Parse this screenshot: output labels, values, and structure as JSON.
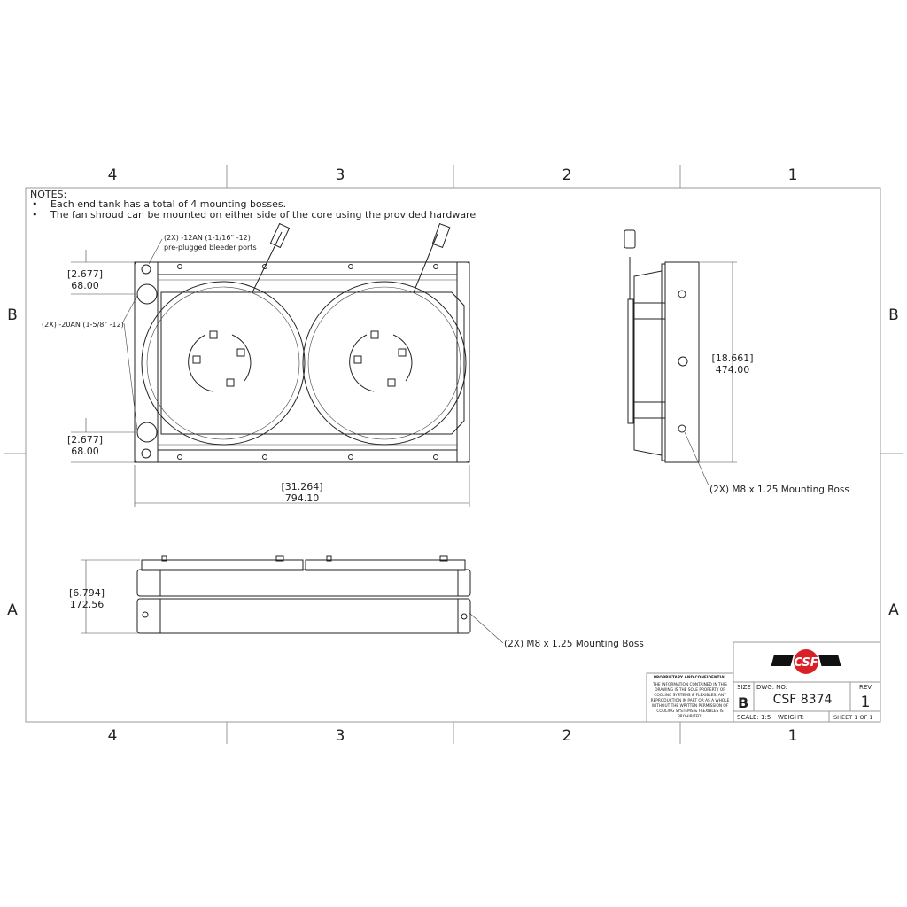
{
  "zones": {
    "columns": [
      "4",
      "3",
      "2",
      "1"
    ],
    "rows": [
      "B",
      "A"
    ]
  },
  "notes": {
    "heading": "NOTES:",
    "items": [
      "Each end tank has a total of 4 mounting bosses.",
      "The fan shroud can be mounted on either side of the core using the provided hardware"
    ],
    "bullet": "•"
  },
  "callouts": {
    "bleeder_line1": "(2X) -12AN (1-1/16\" -12)",
    "bleeder_line2": "pre-plugged bleeder ports",
    "inlet": "(2X) -20AN (1-5/8\" -12)",
    "boss_side": "(2X) M8 x 1.25 Mounting Boss",
    "boss_bottom": "(2X) M8 x 1.25 Mounting Boss"
  },
  "dimensions": {
    "top_port_in": "[2.677]",
    "top_port_mm": "68.00",
    "bottom_port_in": "[2.677]",
    "bottom_port_mm": "68.00",
    "width_in": "[31.264]",
    "width_mm": "794.10",
    "height_in": "[18.661]",
    "height_mm": "474.00",
    "depth_in": "[6.794]",
    "depth_mm": "172.56"
  },
  "proprietary": {
    "title": "PROPRIETARY AND CONFIDENTIAL",
    "lines": [
      "THE INFORMATION CONTAINED IN THIS",
      "DRAWING IS THE SOLE PROPERTY OF",
      "COOLING SYSTEMS & FLEXIBLES.  ANY",
      "REPRODUCTION IN PART OR AS A WHOLE",
      "WITHOUT THE WRITTEN PERMISSION OF",
      "COOLING SYSTEMS & FLEXIBLES IS",
      "PROHIBITED."
    ]
  },
  "title_block": {
    "logo_text": "CSF",
    "size_label": "SIZE",
    "size_value": "B",
    "dwg_label": "DWG.  NO.",
    "dwg_value": "CSF 8374",
    "rev_label": "REV",
    "rev_value": "1",
    "scale": "SCALE: 1:5",
    "weight": "WEIGHT:",
    "sheet": "SHEET 1 OF 1",
    "logo_color": "#d92027"
  }
}
